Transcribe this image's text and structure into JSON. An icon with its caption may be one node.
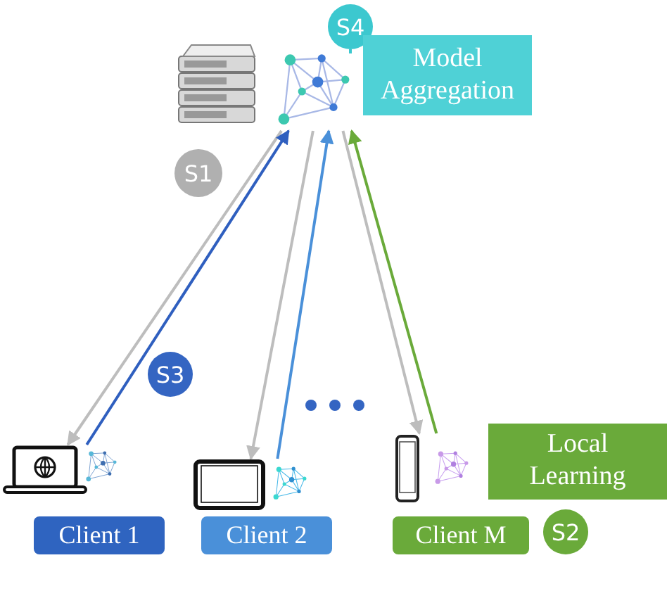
{
  "diagram": {
    "nodes": [
      {
        "text": [
          "S4"
        ]
      },
      {
        "text": [],
        "shape": "picture"
      },
      {
        "text": [
          "Model Aggregation"
        ]
      },
      {
        "text": [
          "S1"
        ]
      },
      {
        "text": [
          "S3"
        ]
      },
      {
        "text": [],
        "shape": "picture"
      },
      {
        "text": [],
        "shape": "picture"
      },
      {
        "text": [],
        "shape": "picture"
      },
      {
        "text": [
          "Local Learning"
        ]
      },
      {
        "text": [
          "Client 1"
        ]
      },
      {
        "text": [
          "Client 2"
        ]
      },
      {
        "text": [
          "Client M"
        ]
      },
      {
        "text": [
          "S2"
        ]
      }
    ],
    "edges": [
      {
        "from": 1,
        "to": 5,
        "arrow": "to"
      },
      {
        "from": 5,
        "to": 1,
        "arrow": "to",
        "color": "#2f5fbf"
      },
      {
        "from": 1,
        "to": 6,
        "arrow": "to"
      },
      {
        "from": 6,
        "to": 1,
        "arrow": "to",
        "color": "#4a90d9"
      },
      {
        "from": 1,
        "to": 7,
        "arrow": "to"
      },
      {
        "from": 7,
        "to": 1,
        "arrow": "to",
        "color": "#6aaa3a"
      }
    ]
  }
}
